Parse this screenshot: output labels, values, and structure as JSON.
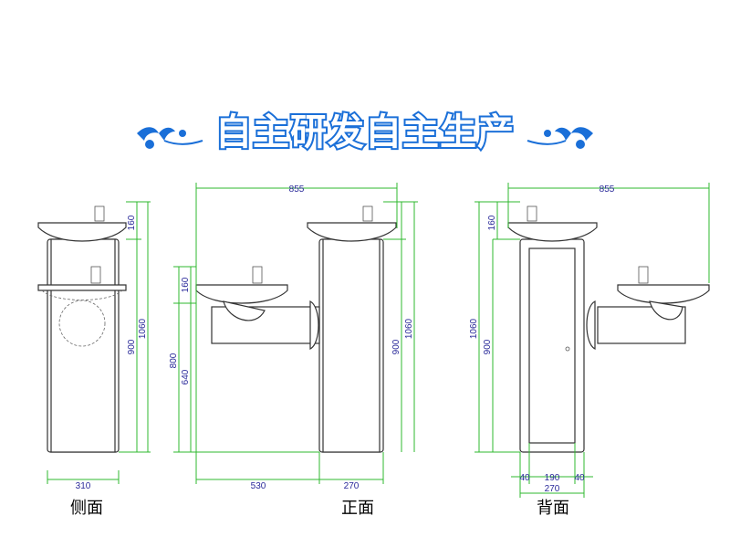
{
  "banner": {
    "title": "自主研发自主生产",
    "accent_color": "#1a6fd8"
  },
  "views": [
    {
      "label": "侧面",
      "dims": [
        "160",
        "900",
        "1060",
        "310"
      ]
    },
    {
      "label": "正面",
      "dims": [
        "855",
        "160",
        "800",
        "640",
        "900",
        "1060",
        "530",
        "270"
      ]
    },
    {
      "label": "背面",
      "dims": [
        "855",
        "160",
        "1060",
        "900",
        "40",
        "190",
        "40",
        "270"
      ]
    }
  ],
  "colors": {
    "dimension_line": "#2fb82f",
    "dimension_text": "#2a2a9a",
    "outline": "#333333"
  }
}
